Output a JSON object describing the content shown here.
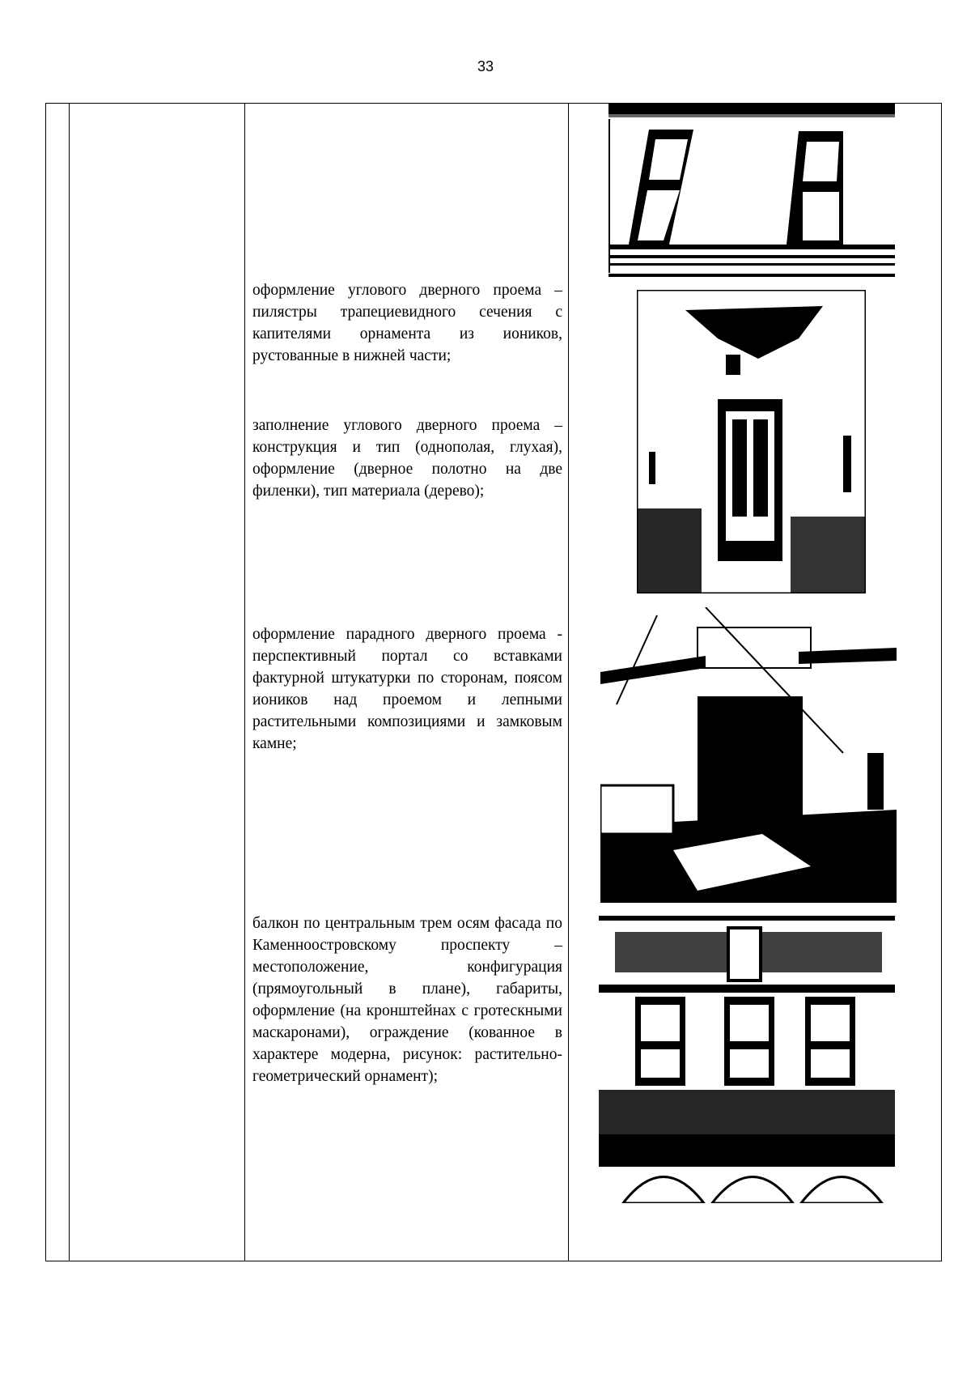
{
  "page": {
    "number": "33"
  },
  "rows": [
    {
      "description": "оформление углового дверного проема – пилястры трапециевидного сечения с капителями орнамента из иоников, рустованные в нижней части;",
      "photo": "facade-windows-photo"
    },
    {
      "description": "заполнение углового дверного проема – конструкция и тип (однополая, глухая), оформление (дверное полотно на две филенки), тип материала (дерево);",
      "photo": "corner-door-photo"
    },
    {
      "description": "оформление парадного дверного проема - перспективный портал со вставками фактурной штукатурки по сторонам, поясом иоников над проемом и лепными растительными композициями и замковым камне;",
      "photo": "main-portal-photo"
    },
    {
      "description": "балкон по центральным трем осям фасада по Каменноостровскому проспекту – местоположение, конфигурация (прямоугольный в плане), габариты, оформление (на кронштейнах с гротескными маскаронами), ограждение (кованное в характере модерна, рисунок: растительно-геометрический орнамент);",
      "photo": "balcony-photo"
    }
  ]
}
